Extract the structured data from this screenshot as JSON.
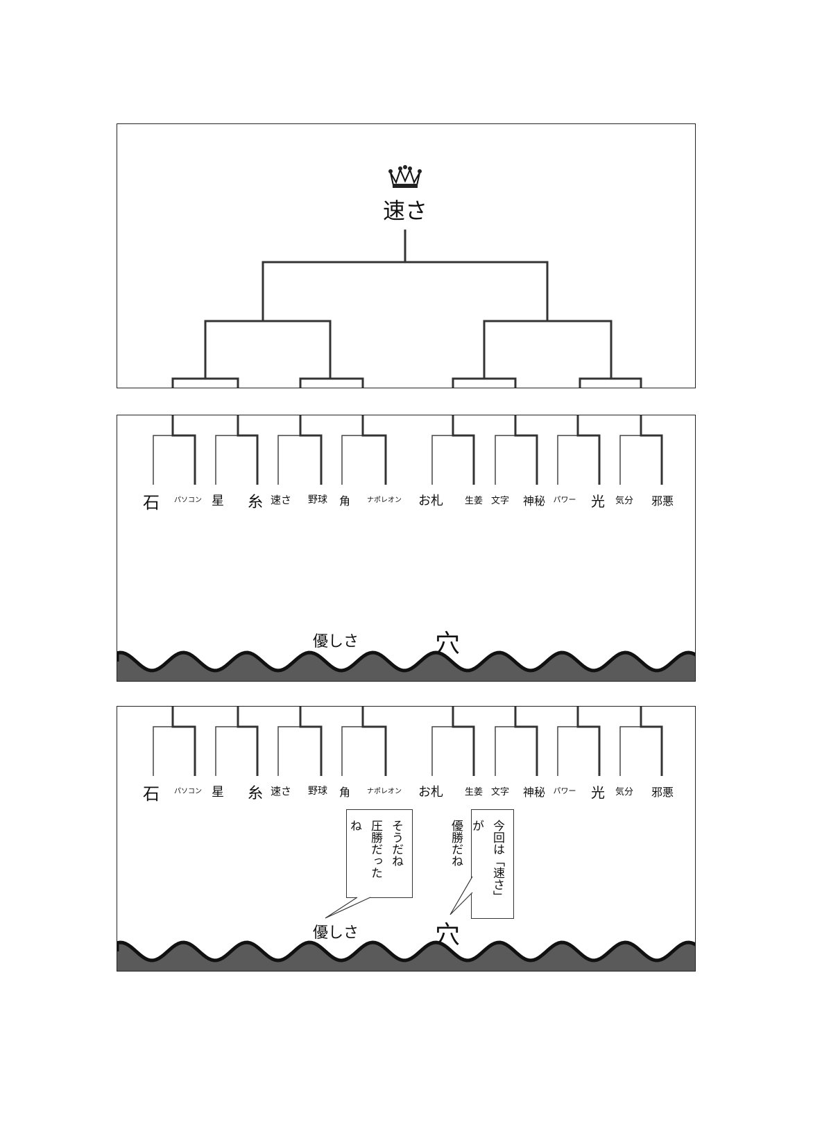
{
  "panel1": {
    "champion": "速さ",
    "crown_icon": "crown-icon"
  },
  "leaves": [
    "石",
    "パソコン",
    "星",
    "糸",
    "速さ",
    "野球",
    "角",
    "ナポレオン",
    "お札",
    "生姜",
    "文字",
    "神秘",
    "パワー",
    "光",
    "気分",
    "邪悪"
  ],
  "ground_words": {
    "kindness": "優しさ",
    "hole": "穴"
  },
  "bubbles": {
    "left": {
      "line1": "そうだね",
      "line2": "圧勝だったね"
    },
    "right": {
      "line1": "今回は「速さ」が",
      "line2": "優勝だね"
    }
  },
  "colors": {
    "ink": "#222222",
    "ground": "#5a5a5a"
  }
}
